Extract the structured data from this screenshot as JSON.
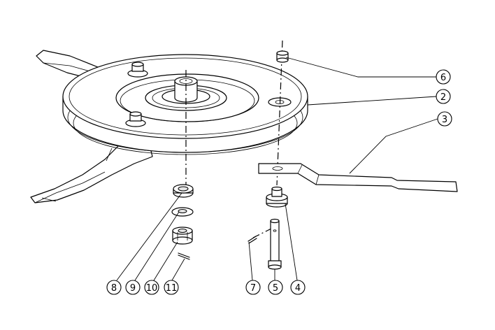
{
  "callouts": [
    {
      "id": "c6",
      "label": "6"
    },
    {
      "id": "c2",
      "label": "2"
    },
    {
      "id": "c3",
      "label": "3"
    },
    {
      "id": "c8",
      "label": "8"
    },
    {
      "id": "c9",
      "label": "9"
    },
    {
      "id": "c10",
      "label": "10"
    },
    {
      "id": "c11",
      "label": "11"
    },
    {
      "id": "c7",
      "label": "7"
    },
    {
      "id": "c5",
      "label": "5"
    },
    {
      "id": "c4",
      "label": "4"
    }
  ],
  "colors": {
    "line": "#000000",
    "background": "#ffffff",
    "shade": "#e6e6e6"
  }
}
